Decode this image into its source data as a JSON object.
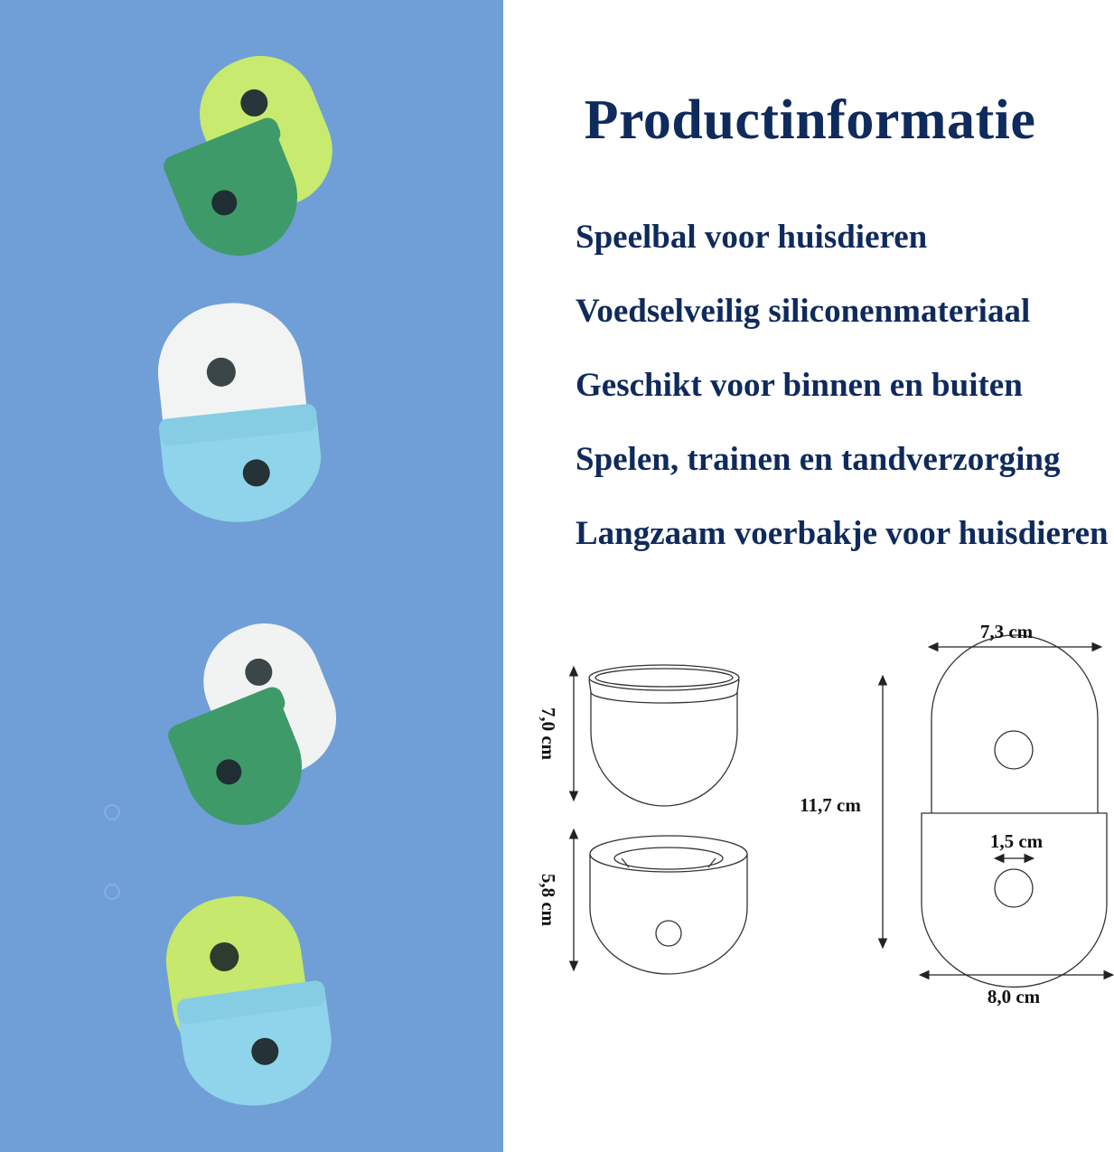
{
  "title": "Productinformatie",
  "features": [
    "Speelbal voor huisdieren",
    "Voedselveilig siliconenmateriaal",
    "Geschikt voor binnen en buiten",
    "Spelen, trainen en tandverzorging",
    "Langzaam voerbakje voor huisdieren"
  ],
  "dimensions": {
    "top_height": "7,0 cm",
    "bottom_height": "5,8 cm",
    "total_height": "11,7 cm",
    "top_width": "7,3 cm",
    "hole_diameter": "1,5 cm",
    "bottom_width": "8,0 cm"
  },
  "colors": {
    "panel_blue": "#6f9fd6",
    "title_navy": "#0f2a5c",
    "dark_green": "#3f9a6a",
    "lime": "#c4e86a",
    "light_blue": "#8ed3ea",
    "white_silicone": "#f1f3f4"
  },
  "toys": [
    {
      "top": "lime",
      "bottom": "dark-green"
    },
    {
      "top": "white",
      "bottom": "light-blue"
    },
    {
      "top": "white",
      "bottom": "dark-green"
    },
    {
      "top": "lime",
      "bottom": "light-blue"
    }
  ]
}
